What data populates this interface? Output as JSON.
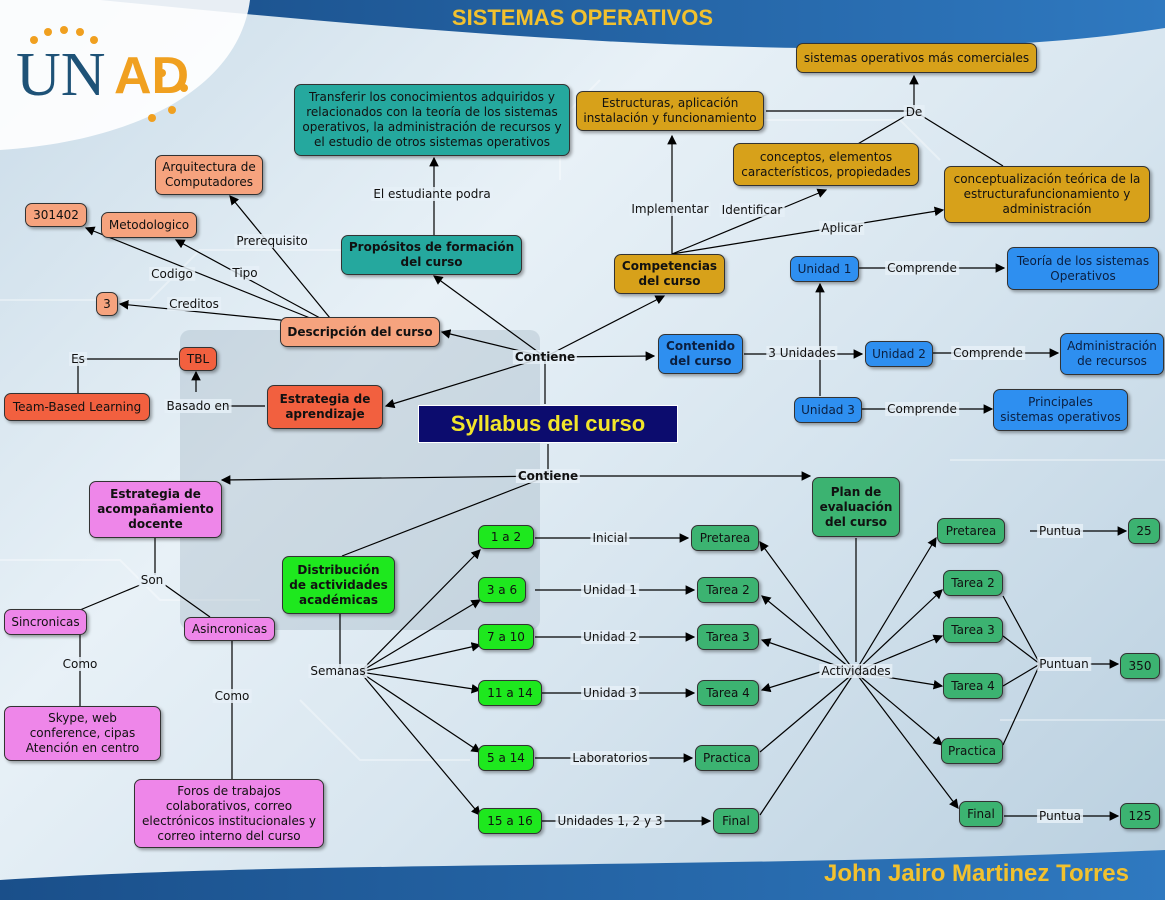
{
  "header": {
    "title": "SISTEMAS OPERATIVOS"
  },
  "logo": {
    "part1": "UN",
    "part2": "AD"
  },
  "footer": {
    "author": "John Jairo Martinez Torres"
  },
  "center": {
    "label": "Syllabus del curso"
  },
  "nodes": {
    "course_code": "301402",
    "arquitectura": "Arquitectura de Computadores",
    "metodologico": "Metodologico",
    "creditos_val": "3",
    "descripcion": "Descripción del curso",
    "tbl": "TBL",
    "team_based": "Team-Based Learning",
    "estrategia_aprendizaje": "Estrategia de aprendizaje",
    "transferir": "Transferir los conocimientos adquiridos y relacionados con la teoría de los sistemas operativos, la administración de recursos y el estudio de otros sistemas operativos",
    "propositos": "Propósitos de formación del curso",
    "estructuras": "Estructuras, aplicación instalación y funcionamiento",
    "sistemas_comerciales": "sistemas operativos más comerciales",
    "conceptos": "conceptos, elementos característicos, propiedades",
    "conceptualizacion": "conceptualización teórica de la estructurafuncionamiento y administración",
    "competencias": "Competencias del curso",
    "unidad1": "Unidad 1",
    "teoria": "Teoría de los sistemas Operativos",
    "contenido": "Contenido del curso",
    "unidad2": "Unidad 2",
    "administracion": "Administración de recursos",
    "unidad3": "Unidad 3",
    "principales": "Principales sistemas operativos",
    "acompanamiento": "Estrategia de acompañamiento docente",
    "sincronicas": "Sincronicas",
    "asincronicas": "Asincronicas",
    "skype": "Skype, web conference, cipas Atención en centro",
    "foros": "Foros de trabajos colaborativos, correo electrónicos institucionales y correo interno del curso",
    "distribucion": "Distribución de actividades académicas",
    "w1": "1 a 2",
    "w2": "3 a 6",
    "w3": "7 a 10",
    "w4": "11 a 14",
    "w5": "5 a 14",
    "w6": "15 a 16",
    "pretarea": "Pretarea",
    "tarea2": "Tarea 2",
    "tarea3": "Tarea 3",
    "tarea4": "Tarea 4",
    "practica": "Practica",
    "final": "Final",
    "plan": "Plan de evaluación del curso",
    "e_pretarea": "Pretarea",
    "e_tarea2": "Tarea 2",
    "e_tarea3": "Tarea 3",
    "e_tarea4": "Tarea 4",
    "e_practica": "Practica",
    "e_final": "Final",
    "score25": "25",
    "score350": "350",
    "score125": "125"
  },
  "labels": {
    "codigo": "Codigo",
    "tipo": "Tipo",
    "prerequisito": "Prerequisito",
    "creditos": "Creditos",
    "es": "Es",
    "basado_en": "Basado en",
    "estudiante": "El estudiante podra",
    "implementar": "Implementar",
    "identificar": "Identificar",
    "aplicar": "Aplicar",
    "de": "De",
    "contiene_top": "Contiene",
    "contiene_bottom": "Contiene",
    "tres_unidades": "3 Unidades",
    "comprende1": "Comprende",
    "comprende2": "Comprende",
    "comprende3": "Comprende",
    "son": "Son",
    "como1": "Como",
    "como2": "Como",
    "semanas": "Semanas",
    "inicial": "Inicial",
    "unidad1": "Unidad 1",
    "unidad2": "Unidad 2",
    "unidad3": "Unidad 3",
    "laboratorios": "Laboratorios",
    "unidades123": "Unidades 1, 2 y 3",
    "actividades": "Actividades",
    "puntua1": "Puntua",
    "puntuan": "Puntuan",
    "puntua2": "Puntua"
  }
}
